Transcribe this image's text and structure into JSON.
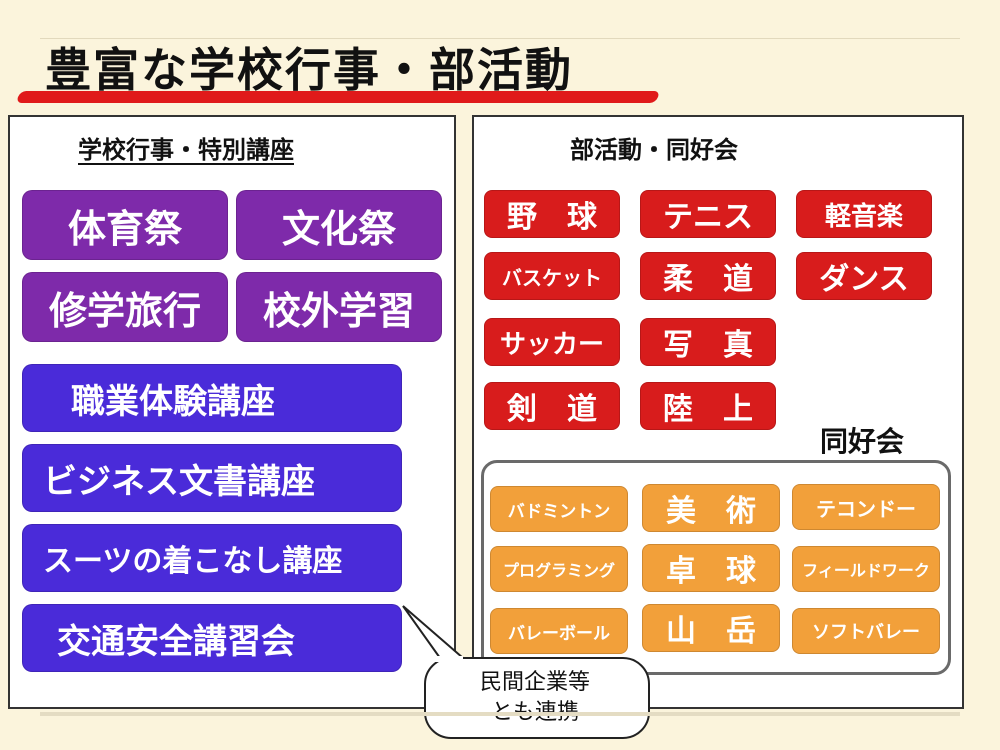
{
  "title": "豊富な学校行事・部活動",
  "events": {
    "heading": "学校行事・特別講座",
    "row1": [
      "体育祭",
      "文化祭"
    ],
    "row2": [
      "修学旅行",
      "校外学習"
    ],
    "courses": [
      "職業体験講座",
      "ビジネス文書講座",
      "スーツの着こなし講座",
      "交通安全講習会"
    ]
  },
  "callout": {
    "line1": "民間企業等",
    "line2": "とも連携"
  },
  "clubs": {
    "heading": "部活動・同好会",
    "col1": [
      "野　球",
      "バスケット",
      "サッカー",
      "剣　道"
    ],
    "col2": [
      "テニス",
      "柔　道",
      "写　真",
      "陸　上"
    ],
    "col3": [
      "軽音楽",
      "ダンス"
    ]
  },
  "circles": {
    "label": "同好会",
    "col1": [
      "バドミントン",
      "プログラミング",
      "バレーボール"
    ],
    "col2": [
      "美　術",
      "卓　球",
      "山　岳"
    ],
    "col3": [
      "テコンドー",
      "フィールドワーク",
      "ソフトバレー"
    ]
  },
  "colors": {
    "accent_red": "#e01a1a",
    "purple": "#7e2aaa",
    "blue": "#4a2bd9",
    "orange": "#f2a03a"
  }
}
